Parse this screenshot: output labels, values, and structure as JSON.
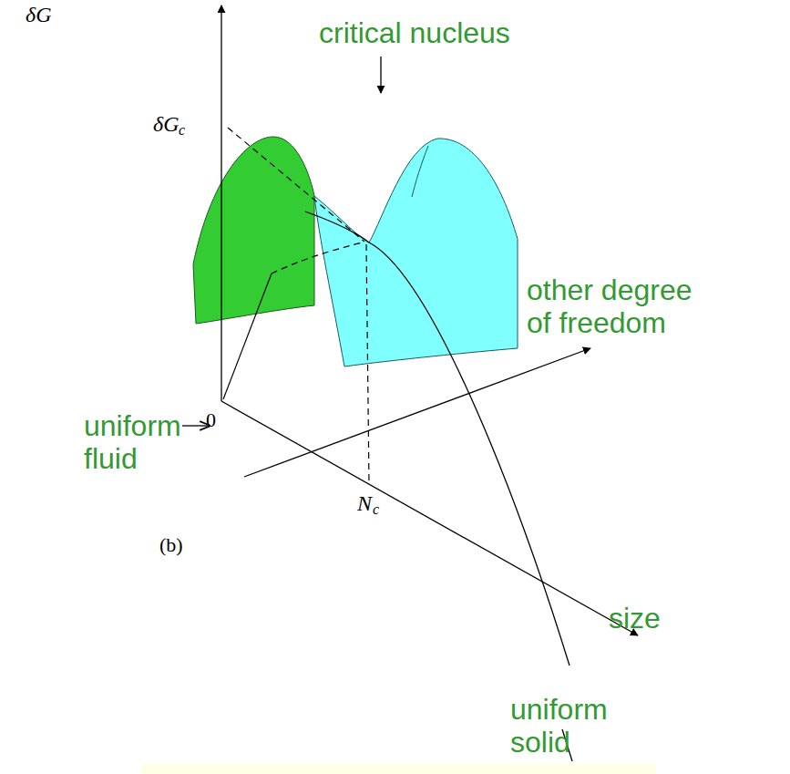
{
  "diagram": {
    "labels": [
      "δG",
      "critical nucleus",
      "δG",
      "c",
      "other degree of freedom",
      "uniform fluid",
      "0",
      "N",
      "c",
      "(b)",
      "size",
      "uniform solid"
    ]
  }
}
